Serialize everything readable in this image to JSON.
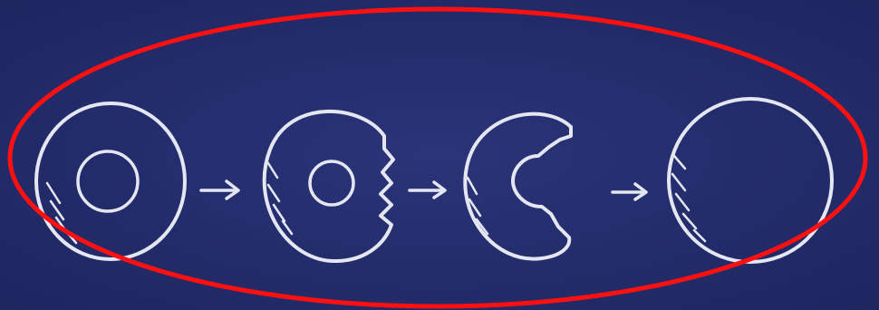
{
  "colors": {
    "background": "#262f71",
    "background_edge": "#1d255c",
    "chalk": "#e4e6f2",
    "highlight_ring": "#ff1010"
  },
  "stages": [
    {
      "shape": "ring-with-inner-circle",
      "bites": 0
    },
    {
      "shape": "ring-with-inner-circle",
      "bites": 1
    },
    {
      "shape": "c-shape",
      "bites": 2
    },
    {
      "shape": "full-circle",
      "bites": 0
    }
  ],
  "arrows": [
    {
      "from": 0,
      "to": 1
    },
    {
      "from": 1,
      "to": 2
    },
    {
      "from": 2,
      "to": 3
    }
  ]
}
